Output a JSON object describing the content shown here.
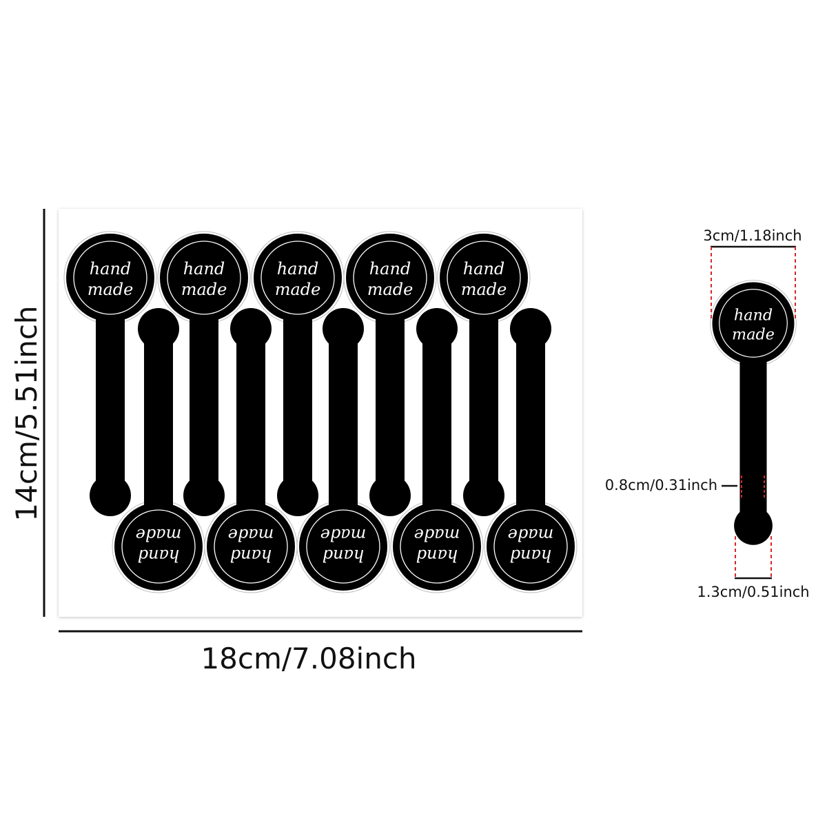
{
  "sticker_text": {
    "line1": "hand",
    "line2": "made"
  },
  "dimensions": {
    "sheet_height": "14cm/5.51inch",
    "sheet_width": "18cm/7.08inch",
    "head_diameter": "3cm/1.18inch",
    "stem_width": "0.8cm/0.31inch",
    "tail_diameter": "1.3cm/0.51inch"
  },
  "sheet": {
    "top_row_count": 5,
    "bottom_row_count": 5
  },
  "colors": {
    "sticker": "#000000",
    "sheet": "#ffffff",
    "sheet_shadow": "#cccccc",
    "text": "#ffffff",
    "dim_line": "#111111",
    "guide_line": "#d62828"
  }
}
